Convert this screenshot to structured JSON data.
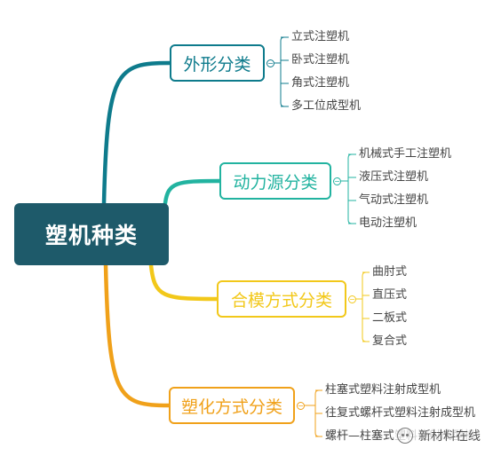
{
  "root": {
    "label": "塑机种类"
  },
  "branches": [
    {
      "label": "外形分类",
      "color": "#0e7b8c",
      "leaves": [
        "立式注塑机",
        "卧式注塑机",
        "角式注塑机",
        "多工位成型机"
      ]
    },
    {
      "label": "动力源分类",
      "color": "#22b3a0",
      "leaves": [
        "机械式手工注塑机",
        "液压式注塑机",
        "气动式注塑机",
        "电动注塑机"
      ]
    },
    {
      "label": "合模方式分类",
      "color": "#f2c81a",
      "leaves": [
        "曲肘式",
        "直压式",
        "二板式",
        "复合式"
      ]
    },
    {
      "label": "塑化方式分类",
      "color": "#f0a11a",
      "leaves": [
        "柱塞式塑料注射成型机",
        "往复式螺杆式塑料注射成型机",
        "螺杆—柱塞式塑料注射成型机"
      ]
    }
  ],
  "watermark": {
    "label": "新材料在线",
    "icon": "chat-icon"
  }
}
